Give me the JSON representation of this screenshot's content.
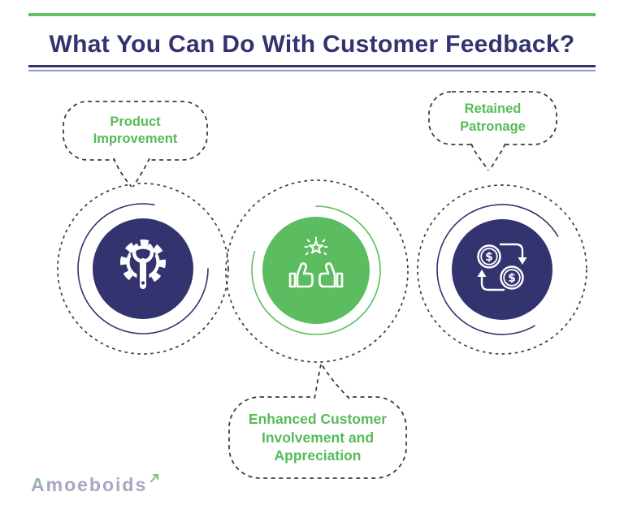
{
  "header": {
    "title": "What You Can Do With Customer Feedback?"
  },
  "bubbles": [
    {
      "id": "product-improvement",
      "label": "Product Improvement"
    },
    {
      "id": "retained-patronage",
      "label": "Retained Patronage"
    },
    {
      "id": "enhanced-customer",
      "label": "Enhanced Customer Involvement and Appreciation"
    }
  ],
  "circles": [
    {
      "name": "product-improvement-circle",
      "icon": "gear-wrench-icon",
      "fill": "#32336f"
    },
    {
      "name": "customer-appreciation-circle",
      "icon": "thumbs-up-star-icon",
      "fill": "#5bbd5f"
    },
    {
      "name": "retained-patronage-circle",
      "icon": "money-exchange-icon",
      "fill": "#32336f"
    }
  ],
  "icons": {
    "dollar_symbol": "$"
  },
  "logo": {
    "first_letter": "A",
    "rest": "moeboids"
  },
  "colors": {
    "navy": "#32336f",
    "green": "#56bb58",
    "green_circle": "#5bbd5f",
    "accent_line_green": "#65bf68",
    "underline_light": "#9096c2",
    "dash_gray": "#3d3d3d",
    "logo_gray": "#a7a7c1",
    "logo_green": "#7cc982"
  }
}
